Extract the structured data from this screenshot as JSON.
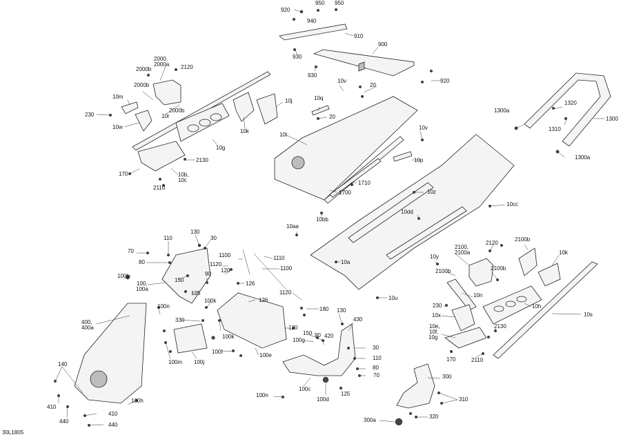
{
  "diagram": {
    "reference_code": "30L1805",
    "labels": [
      {
        "id": "920-top",
        "text": "920"
      },
      {
        "id": "950-a",
        "text": "950"
      },
      {
        "id": "950-b",
        "text": "950"
      },
      {
        "id": "940",
        "text": "940"
      },
      {
        "id": "910",
        "text": "910"
      },
      {
        "id": "900",
        "text": "900"
      },
      {
        "id": "930-a",
        "text": "930"
      },
      {
        "id": "930-b",
        "text": "930"
      },
      {
        "id": "920-right",
        "text": "920"
      },
      {
        "id": "2000",
        "text": "2000,"
      },
      {
        "id": "2000a",
        "text": "2000a"
      },
      {
        "id": "2120-top",
        "text": "2120"
      },
      {
        "id": "2000b-a",
        "text": "2000b"
      },
      {
        "id": "2000b-b",
        "text": "2000b"
      },
      {
        "id": "2000b-c",
        "text": "2000b"
      },
      {
        "id": "10m",
        "text": "10m"
      },
      {
        "id": "230-top",
        "text": "230"
      },
      {
        "id": "10r",
        "text": "10r"
      },
      {
        "id": "10w",
        "text": "10w"
      },
      {
        "id": "10v-top",
        "text": "10v"
      },
      {
        "id": "20-a",
        "text": "20"
      },
      {
        "id": "20-b",
        "text": "20"
      },
      {
        "id": "10q",
        "text": "10q"
      },
      {
        "id": "10j",
        "text": "10j"
      },
      {
        "id": "10k-top",
        "text": "10k"
      },
      {
        "id": "10g",
        "text": "10g"
      },
      {
        "id": "10t",
        "text": "10t"
      },
      {
        "id": "2130-top",
        "text": "2130"
      },
      {
        "id": "170-top",
        "text": "170"
      },
      {
        "id": "10b",
        "text": "10b,"
      },
      {
        "id": "10c",
        "text": "10c"
      },
      {
        "id": "2110-top",
        "text": "2110"
      },
      {
        "id": "1300a-a",
        "text": "1300a"
      },
      {
        "id": "1320",
        "text": "1320"
      },
      {
        "id": "1310",
        "text": "1310"
      },
      {
        "id": "1300",
        "text": "1300"
      },
      {
        "id": "1300a-b",
        "text": "1300a"
      },
      {
        "id": "10v-right",
        "text": "10v"
      },
      {
        "id": "10p",
        "text": "10p"
      },
      {
        "id": "1710",
        "text": "1710"
      },
      {
        "id": "1700",
        "text": "1700"
      },
      {
        "id": "10z",
        "text": "10z"
      },
      {
        "id": "10cc",
        "text": "10cc"
      },
      {
        "id": "10dd",
        "text": "10dd"
      },
      {
        "id": "10bb",
        "text": "10bb"
      },
      {
        "id": "10aa",
        "text": "10aa"
      },
      {
        "id": "10a",
        "text": "10a"
      },
      {
        "id": "10u",
        "text": "10u"
      },
      {
        "id": "110-left",
        "text": "110"
      },
      {
        "id": "130-left",
        "text": "130"
      },
      {
        "id": "30-left",
        "text": "30"
      },
      {
        "id": "70-left",
        "text": "70"
      },
      {
        "id": "80-left",
        "text": "80"
      },
      {
        "id": "100b",
        "text": "100b"
      },
      {
        "id": "100",
        "text": "100,"
      },
      {
        "id": "100a",
        "text": "100a"
      },
      {
        "id": "150-left",
        "text": "150"
      },
      {
        "id": "90-left",
        "text": "90"
      },
      {
        "id": "120-left",
        "text": "120"
      },
      {
        "id": "125-left",
        "text": "125"
      },
      {
        "id": "1100-a",
        "text": "1100"
      },
      {
        "id": "1120-a",
        "text": "1120"
      },
      {
        "id": "1110",
        "text": "1110"
      },
      {
        "id": "1100-b",
        "text": "1100"
      },
      {
        "id": "126-a",
        "text": "126"
      },
      {
        "id": "126-b",
        "text": "126"
      },
      {
        "id": "1120-b",
        "text": "1120"
      },
      {
        "id": "180",
        "text": "180"
      },
      {
        "id": "100k-a",
        "text": "100k"
      },
      {
        "id": "100k-b",
        "text": "100k"
      },
      {
        "id": "100n-a",
        "text": "100n"
      },
      {
        "id": "330",
        "text": "330"
      },
      {
        "id": "400",
        "text": "400,"
      },
      {
        "id": "400a",
        "text": "400a"
      },
      {
        "id": "100f",
        "text": "100f"
      },
      {
        "id": "100e",
        "text": "100e"
      },
      {
        "id": "100m",
        "text": "100m"
      },
      {
        "id": "100j",
        "text": "100j"
      },
      {
        "id": "120-mid",
        "text": "120"
      },
      {
        "id": "130-mid",
        "text": "130"
      },
      {
        "id": "430",
        "text": "430"
      },
      {
        "id": "150-mid",
        "text": "150"
      },
      {
        "id": "90-mid",
        "text": "90"
      },
      {
        "id": "420",
        "text": "420"
      },
      {
        "id": "100g",
        "text": "100g"
      },
      {
        "id": "30-mid",
        "text": "30"
      },
      {
        "id": "110-mid",
        "text": "110"
      },
      {
        "id": "80-mid",
        "text": "80"
      },
      {
        "id": "70-mid",
        "text": "70"
      },
      {
        "id": "100c",
        "text": "100c"
      },
      {
        "id": "100d",
        "text": "100d"
      },
      {
        "id": "125-mid",
        "text": "125"
      },
      {
        "id": "100n-b",
        "text": "100n"
      },
      {
        "id": "140",
        "text": "140"
      },
      {
        "id": "100h",
        "text": "100h"
      },
      {
        "id": "410-a",
        "text": "410"
      },
      {
        "id": "410-b",
        "text": "410"
      },
      {
        "id": "440-a",
        "text": "440"
      },
      {
        "id": "440-b",
        "text": "440"
      },
      {
        "id": "2100",
        "text": "2100,"
      },
      {
        "id": "2100a",
        "text": "2100a"
      },
      {
        "id": "2120-right",
        "text": "2120"
      },
      {
        "id": "2100b-a",
        "text": "2100b"
      },
      {
        "id": "2100b-b",
        "text": "2100b"
      },
      {
        "id": "2100b-c",
        "text": "2100b"
      },
      {
        "id": "10k-right",
        "text": "10k"
      },
      {
        "id": "10y",
        "text": "10y"
      },
      {
        "id": "10n",
        "text": "10n"
      },
      {
        "id": "230-right",
        "text": "230"
      },
      {
        "id": "10x",
        "text": "10x"
      },
      {
        "id": "10h",
        "text": "10h"
      },
      {
        "id": "10s",
        "text": "10s"
      },
      {
        "id": "10e",
        "text": "10e,"
      },
      {
        "id": "10f",
        "text": "10f,"
      },
      {
        "id": "10g-right",
        "text": "10g"
      },
      {
        "id": "2130-right",
        "text": "2130"
      },
      {
        "id": "170-right",
        "text": "170"
      },
      {
        "id": "2110-right",
        "text": "2110"
      },
      {
        "id": "300",
        "text": "300"
      },
      {
        "id": "310",
        "text": "310"
      },
      {
        "id": "320",
        "text": "320"
      },
      {
        "id": "300a",
        "text": "300a"
      }
    ]
  }
}
